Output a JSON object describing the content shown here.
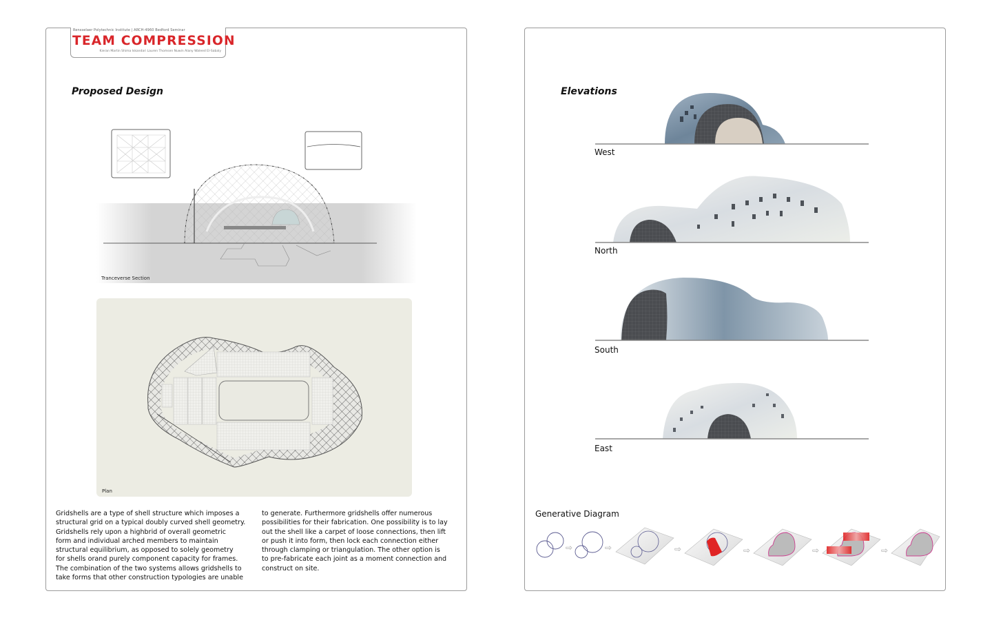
{
  "left_page": {
    "header": {
      "institution": "Rensselaer Polytechnic Institute | ARCH-4960 Bedford Seminar",
      "title": "TEAM COMPRESSION",
      "members": "Kieran Martin Shima Iskandari Lauren Thomsen Nuwin Alany Waleed El-Sabaly",
      "accent_color": "#d9262a"
    },
    "section_title": "Proposed Design",
    "figures": [
      {
        "id": "transverse-section",
        "caption": "Tranceverse Section"
      },
      {
        "id": "plan",
        "caption": "Plan"
      }
    ],
    "body_text": {
      "column1": "Gridshells are a type of shell structure which imposes a\nstructural grid on a typical doubly curved shell geometry.\nGridshells rely upon a highbrid of overall geometric\nform and individual arched members to maintain\nstructural equilibrium, as opposed to solely geometry\nfor shells orand purely component capacity for frames.\nThe combination of the two systems allows gridshells to\ntake forms that other construction typologies are unable",
      "column2": "to generate. Furthermore gridshells offer numerous\npossibilities for their fabrication. One possibility is to lay\nout the shell like a carpet of loose connections, then lift\nor push it into form, then lock each connection either\nthrough clamping or triangulation. The other option is\nto pre-fabricate each joint as a moment connection and\nconstruct on site."
    }
  },
  "right_page": {
    "section_title": "Elevations",
    "elevations": [
      {
        "label": "West"
      },
      {
        "label": "North"
      },
      {
        "label": "South"
      },
      {
        "label": "East"
      }
    ],
    "generative_diagram": {
      "title": "Generative Diagram",
      "step_count": 7,
      "highlight_color": "#e02424"
    }
  }
}
